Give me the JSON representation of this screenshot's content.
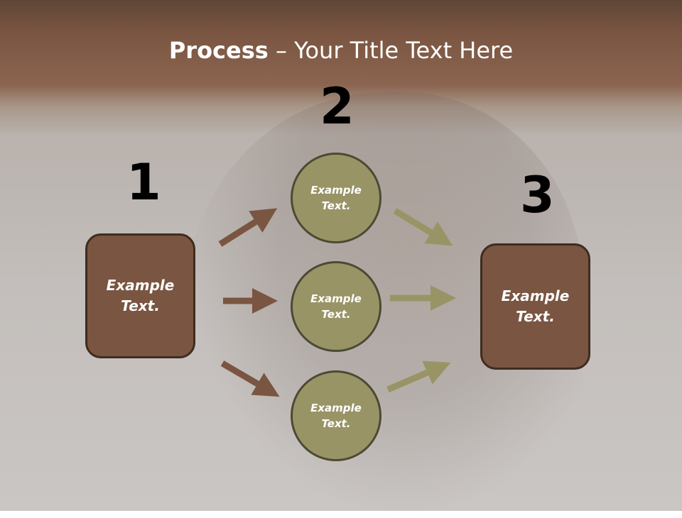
{
  "title": {
    "bold": "Process",
    "rest": " – Your Title Text Here"
  },
  "steps": {
    "n1": "1",
    "n2": "2",
    "n3": "3"
  },
  "left_box": {
    "line1": "Example",
    "line2": "Text."
  },
  "right_box": {
    "line1": "Example",
    "line2": "Text."
  },
  "circles": [
    {
      "line1": "Example",
      "line2": "Text."
    },
    {
      "line1": "Example",
      "line2": "Text."
    },
    {
      "line1": "Example",
      "line2": "Text."
    }
  ],
  "colors": {
    "brown": "#7a5541",
    "olive": "#999466",
    "title": "#ffffff"
  }
}
